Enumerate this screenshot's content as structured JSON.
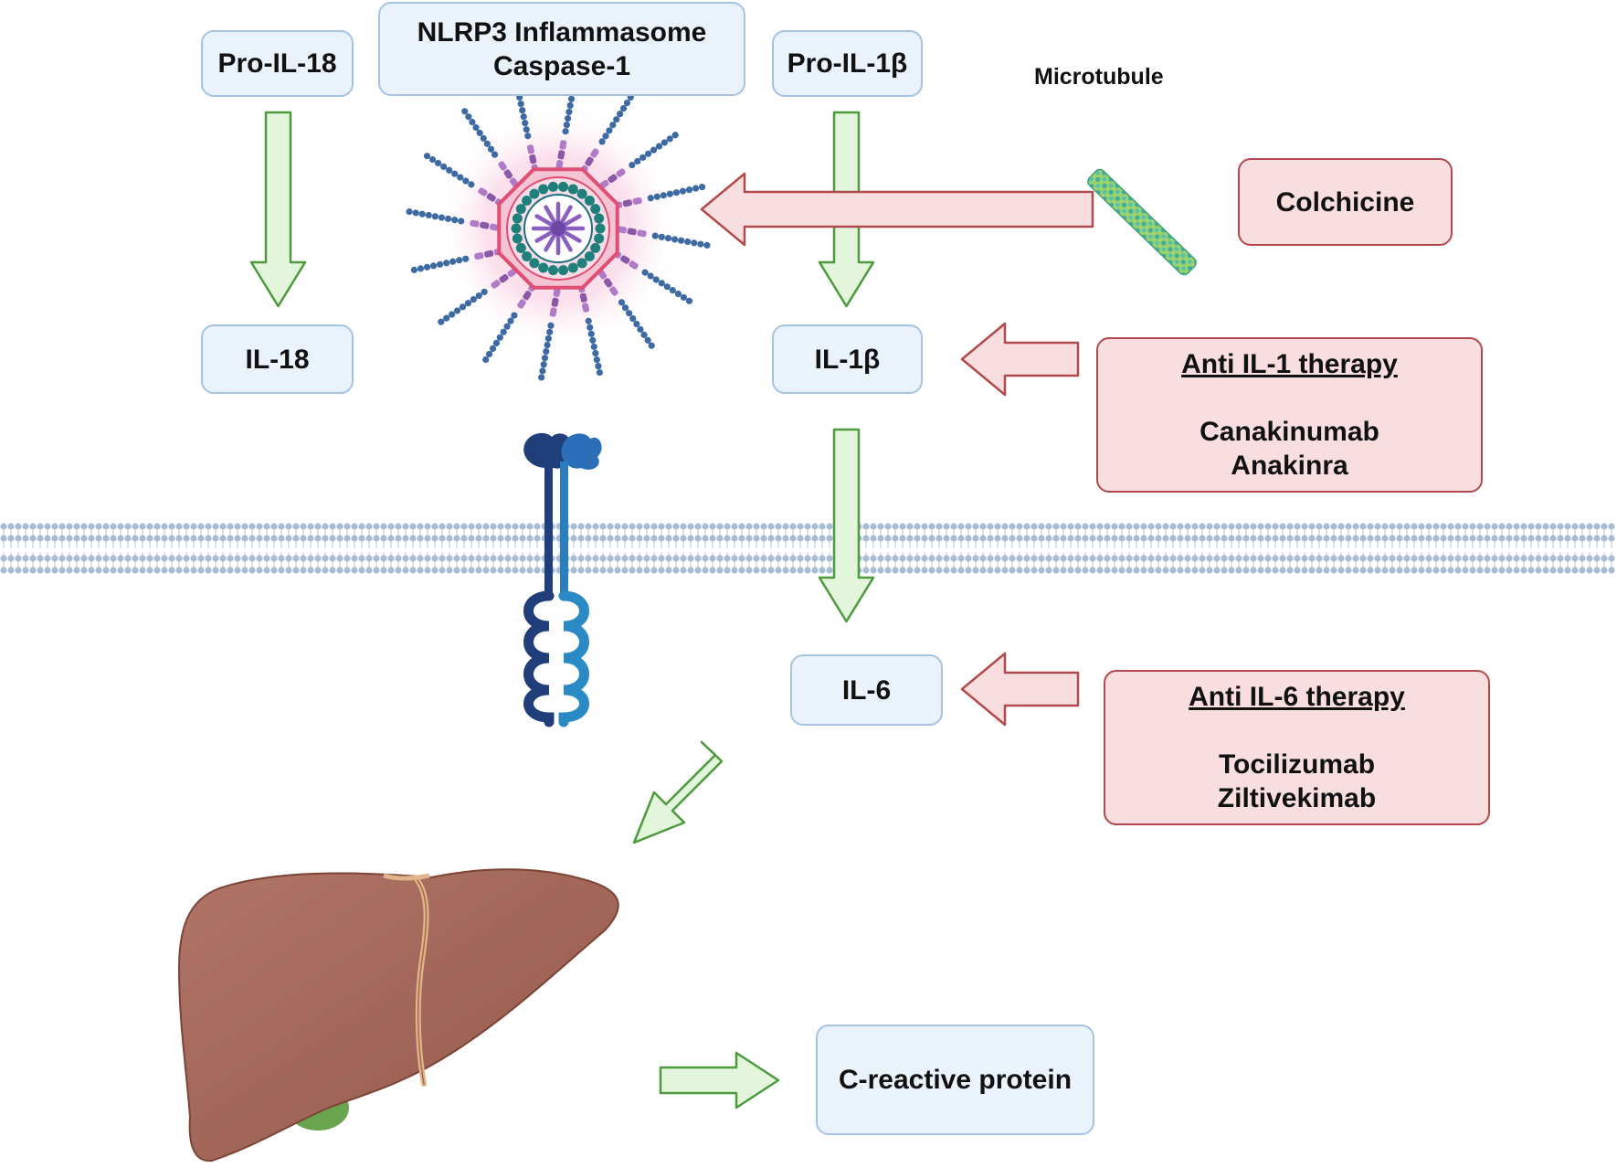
{
  "nodes": {
    "pro_il18": "Pro-IL-18",
    "nlrp3_line1": "NLRP3 Inflammasome",
    "nlrp3_line2": "Caspase-1",
    "pro_il1b": "Pro-IL-1β",
    "microtubule": "Microtubule",
    "colchicine": "Colchicine",
    "il18": "IL-18",
    "il1b": "IL-1β",
    "anti_il1_title": "Anti IL-1 therapy",
    "canakinumab": "Canakinumab",
    "anakinra": "Anakinra",
    "il6": "IL-6",
    "anti_il6_title": "Anti IL-6 therapy",
    "tocilizumab": "Tocilizumab",
    "ziltivekimab": "Ziltivekimab",
    "crp": "C-reactive protein"
  },
  "colors": {
    "blue_box_fill": "#eaf3fc",
    "blue_box_border": "#a7c3e3",
    "red_box_fill": "#f8dede",
    "red_box_border": "#b14a4d",
    "green_arrow_fill": "#e3f6dc",
    "green_arrow_stroke": "#4d9a3c",
    "red_arrow_fill": "#f8dede",
    "red_arrow_stroke": "#b14a4d",
    "liver": "#a66a5c",
    "membrane": "#a9bcd6"
  },
  "icons": [
    "inflammasome-icon",
    "microtubule-icon",
    "receptor-icon",
    "cell-membrane-icon",
    "liver-icon"
  ]
}
